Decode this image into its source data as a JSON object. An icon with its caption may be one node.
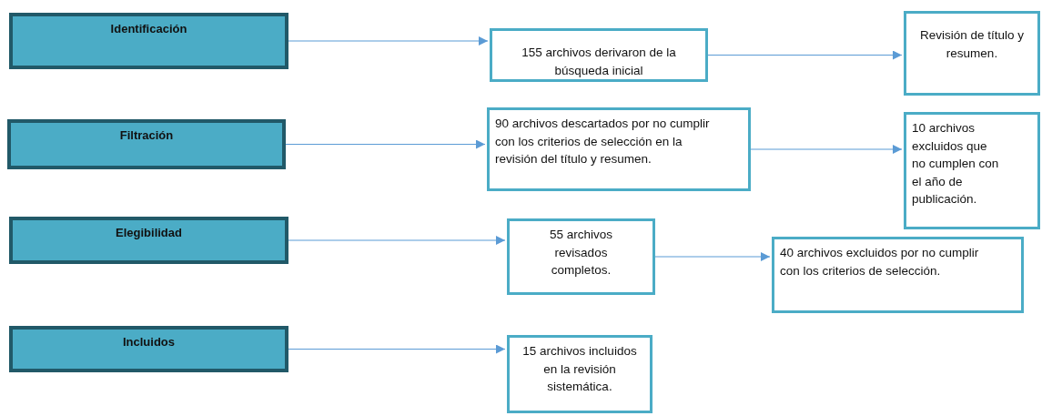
{
  "diagram": {
    "nodes": [
      {
        "text": [
          "Identificación"
        ]
      },
      {
        "text": [
          "Filtración"
        ]
      },
      {
        "text": [
          "Elegibilidad"
        ]
      },
      {
        "text": [
          "Incluidos"
        ]
      },
      {
        "text": [
          "155 archivos derivaron de la búsqueda inicial"
        ]
      },
      {
        "text": [
          "Revisión de título y resumen."
        ]
      },
      {
        "text": [
          "90 archivos descartados por no cumplir con los criterios de selección en la revisión del título y resumen."
        ]
      },
      {
        "text": [
          "10 archivos excluidos que no cumplen con el año de publicación."
        ]
      },
      {
        "text": [
          "55 archivos revisados completos."
        ]
      },
      {
        "text": [
          "40 archivos excluidos por no cumplir con los criterios de selección."
        ]
      },
      {
        "text": [
          "15 archivos incluidos en la revisión sistemática."
        ]
      }
    ],
    "edges": [
      {
        "from": 0,
        "to": 4,
        "arrow": "to"
      },
      {
        "from": 4,
        "to": 5,
        "arrow": "to"
      },
      {
        "from": 1,
        "to": 6,
        "arrow": "to"
      },
      {
        "from": 6,
        "to": 7,
        "arrow": "to"
      },
      {
        "from": 2,
        "to": 8,
        "arrow": "to"
      },
      {
        "from": 8,
        "to": 9,
        "arrow": "to"
      },
      {
        "from": 3,
        "to": 10,
        "arrow": "to"
      }
    ]
  }
}
